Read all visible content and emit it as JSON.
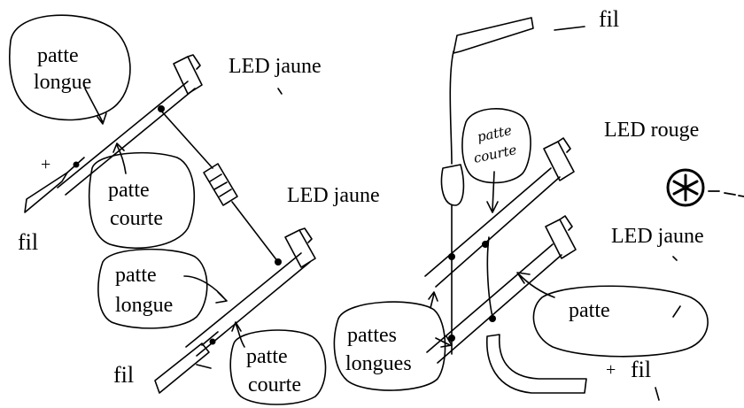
{
  "labels": {
    "led_yellow_1": "LED jaune",
    "led_yellow_2": "LED jaune",
    "led_red": "LED rouge",
    "led_yellow_3": "LED jaune",
    "wire_top": "fil",
    "wire_left": "fil",
    "wire_bottom_left": "fil",
    "wire_bottom_right": "fil",
    "plus_left": "+",
    "plus_right": "+",
    "bubble_long_leg_1": [
      "patte",
      "longue"
    ],
    "bubble_short_leg_1": [
      "patte",
      "courte"
    ],
    "bubble_long_leg_2": [
      "patte",
      "longue"
    ],
    "bubble_short_leg_2": [
      "patte",
      "courte"
    ],
    "bubble_short_leg_hand": [
      "patte",
      "courte"
    ],
    "bubble_long_legs": [
      "pattes",
      "longues"
    ],
    "bubble_leg": "patte"
  },
  "colors": {
    "ink": "#000000",
    "paper": "#ffffff"
  },
  "icons": {
    "asterisk_circle": "circled-asterisk-icon"
  }
}
